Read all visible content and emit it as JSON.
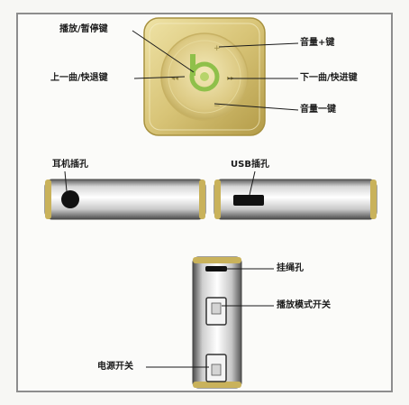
{
  "labels": {
    "play_pause": "播放/暂停键",
    "volume_up": "音量+键",
    "prev_rewind": "上一曲/快退键",
    "next_forward": "下一曲/快进键",
    "volume_down": "音量一键",
    "headphone_jack": "耳机插孔",
    "usb_port": "USB插孔",
    "lanyard_hole": "挂绳孔",
    "play_mode_switch": "播放模式开关",
    "power_switch": "电源开关"
  },
  "colors": {
    "device_gold": "#d8c477",
    "device_gold_dark": "#a89240",
    "dial_ring": "#e0d08d",
    "logo_green": "#8fc04a",
    "metal_light": "#f2f2f2",
    "metal_dark": "#6e6e6e",
    "leader_line": "#1a1a1a"
  }
}
